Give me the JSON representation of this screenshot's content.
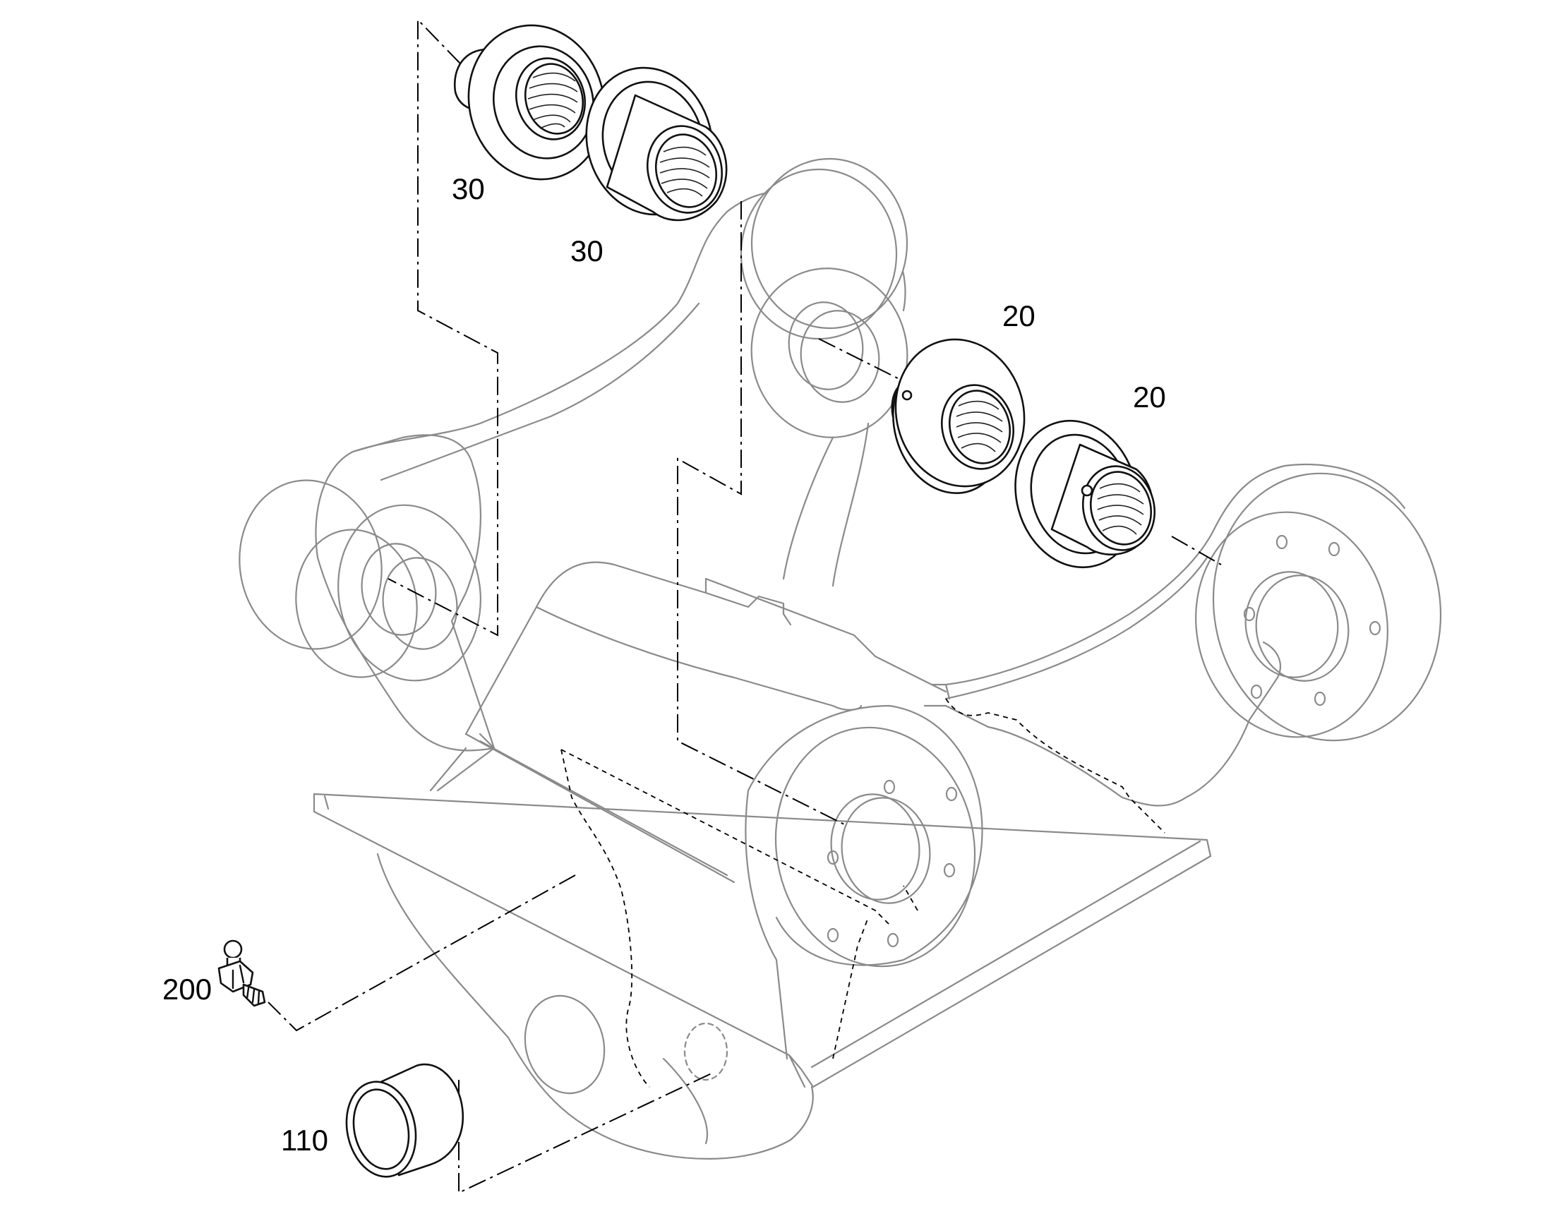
{
  "callouts": {
    "bushing_a1": "30",
    "bushing_a2": "30",
    "bushing_b1": "20",
    "bushing_b2": "20",
    "grease_nipple": "200",
    "sleeve": "110"
  }
}
